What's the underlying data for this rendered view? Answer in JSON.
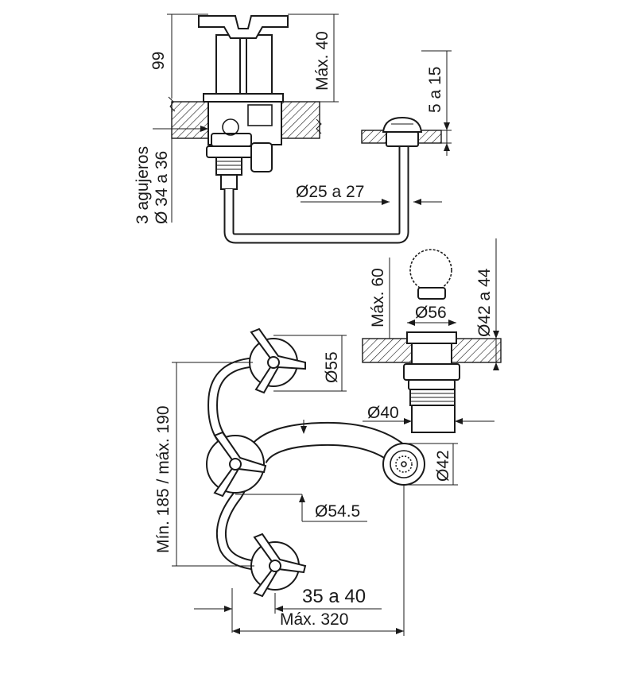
{
  "dimensions": {
    "height_total": "99",
    "max_40": "Máx. 40",
    "deck_thickness": "5 a 15",
    "holes_line1": "3 agujeros",
    "holes_line2": "Ø 34 a 36",
    "hole_diameter": "Ø25 a 27",
    "drain_max": "Máx. 60",
    "drain_d56": "Ø56",
    "drain_d42_44": "Ø42 a 44",
    "drain_d40": "Ø40",
    "handle_d55": "Ø55",
    "spread": "Mín. 185 / máx. 190",
    "spout_d42": "Ø42",
    "handle_d54_5": "Ø54.5",
    "offset": "35 a 40",
    "max_320": "Máx. 320"
  },
  "colors": {
    "line": "#1a1a1a",
    "background": "#ffffff"
  }
}
